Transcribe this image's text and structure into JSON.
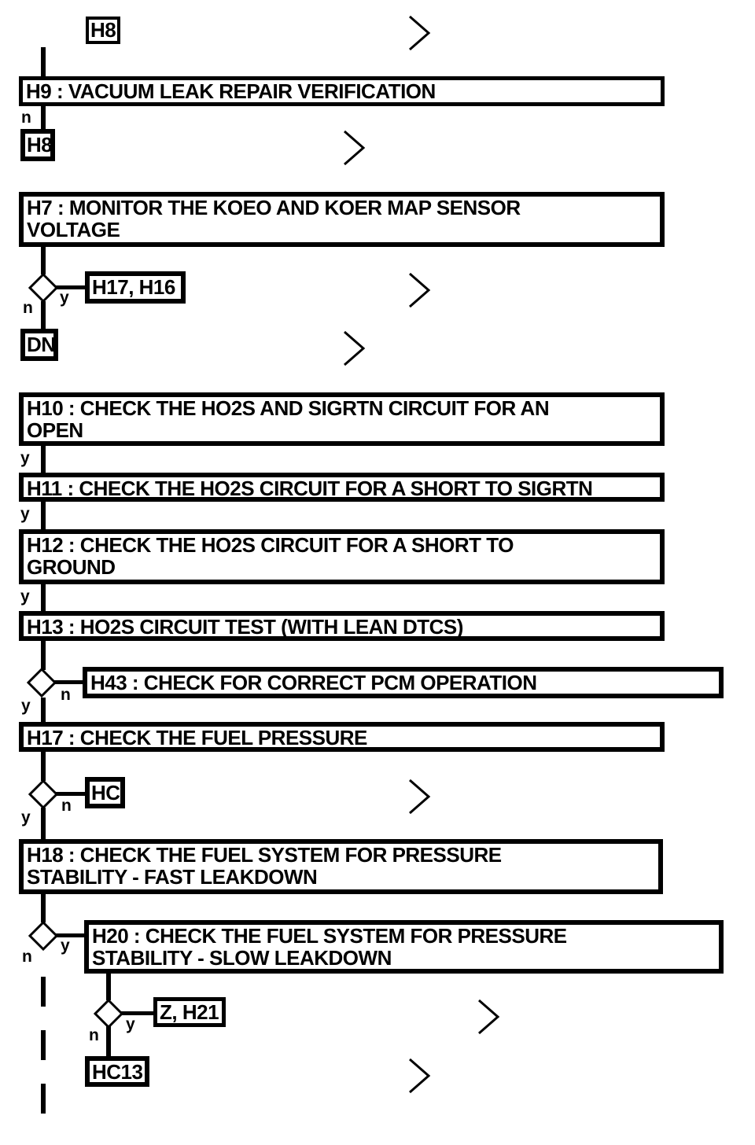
{
  "diagram": {
    "type": "diagnostic-flowchart",
    "boxes": {
      "h8_top": "H8",
      "h9": "H9 : VACUUM LEAK REPAIR VERIFICATION",
      "h8_bottom": "H8",
      "h7": "H7 : MONITOR THE KOEO AND KOER MAP SENSOR\nVOLTAGE",
      "h17_h16": "H17, H16",
      "dn": "DN",
      "h10": "H10 : CHECK THE HO2S AND SIGRTN CIRCUIT FOR AN\nOPEN",
      "h11": "H11 : CHECK THE HO2S CIRCUIT FOR A SHORT TO SIGRTN",
      "h12": "H12 : CHECK THE HO2S CIRCUIT FOR A SHORT TO\nGROUND",
      "h13": "H13 : HO2S CIRCUIT TEST (WITH LEAN DTCS)",
      "h43": "H43 : CHECK FOR CORRECT PCM OPERATION",
      "h17": "H17 : CHECK THE FUEL PRESSURE",
      "hc": "HC",
      "h18": "H18 : CHECK THE FUEL SYSTEM FOR PRESSURE\nSTABILITY - FAST LEAKDOWN",
      "h20": "H20 : CHECK THE FUEL SYSTEM FOR PRESSURE\nSTABILITY - SLOW LEAKDOWN",
      "z_h21": "Z, H21",
      "hc13": "HC13"
    },
    "labels": {
      "n": "n",
      "y": "y"
    },
    "colors": {
      "line": "#000000",
      "background": "#ffffff"
    }
  }
}
